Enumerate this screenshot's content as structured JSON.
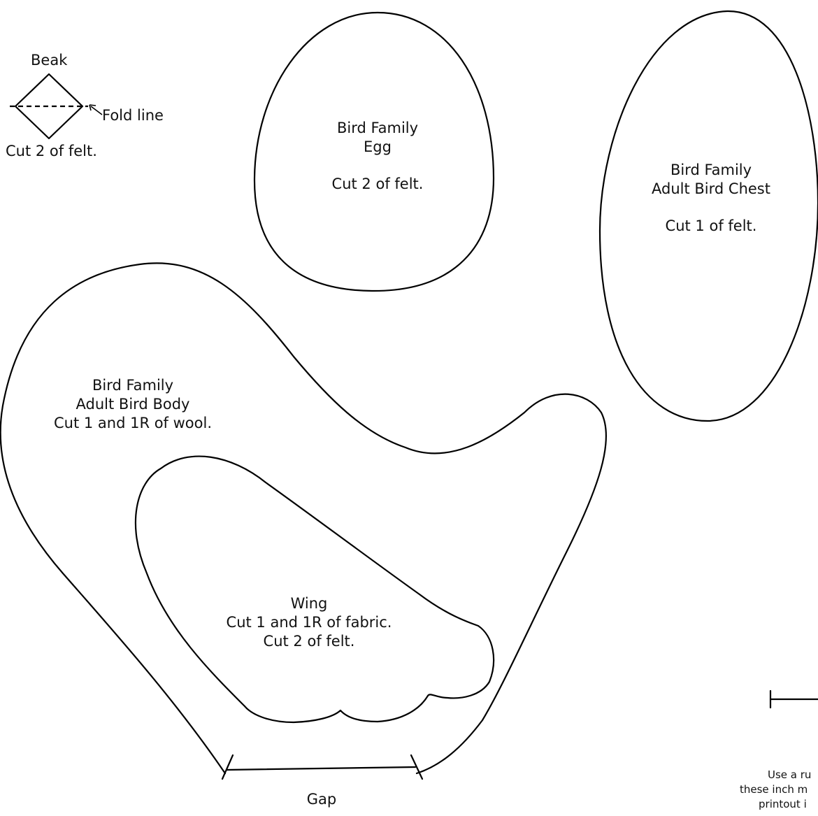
{
  "beak": {
    "title": "Beak",
    "fold_label": "Fold line",
    "cut": "Cut 2 of felt."
  },
  "egg": {
    "line1": "Bird Family",
    "line2": "Egg",
    "cut": "Cut 2 of felt."
  },
  "chest": {
    "line1": "Bird Family",
    "line2": "Adult Bird Chest",
    "cut": "Cut 1 of felt."
  },
  "body": {
    "line1": "Bird Family",
    "line2": "Adult Bird Body",
    "cut": "Cut 1 and 1R of wool."
  },
  "wing": {
    "line1": "Wing",
    "line2": "Cut 1 and 1R of fabric.",
    "line3": "Cut 2 of felt."
  },
  "gap_label": "Gap",
  "ruler_note": {
    "line1": "Use a ru",
    "line2": "these inch m",
    "line3": "printout i"
  }
}
